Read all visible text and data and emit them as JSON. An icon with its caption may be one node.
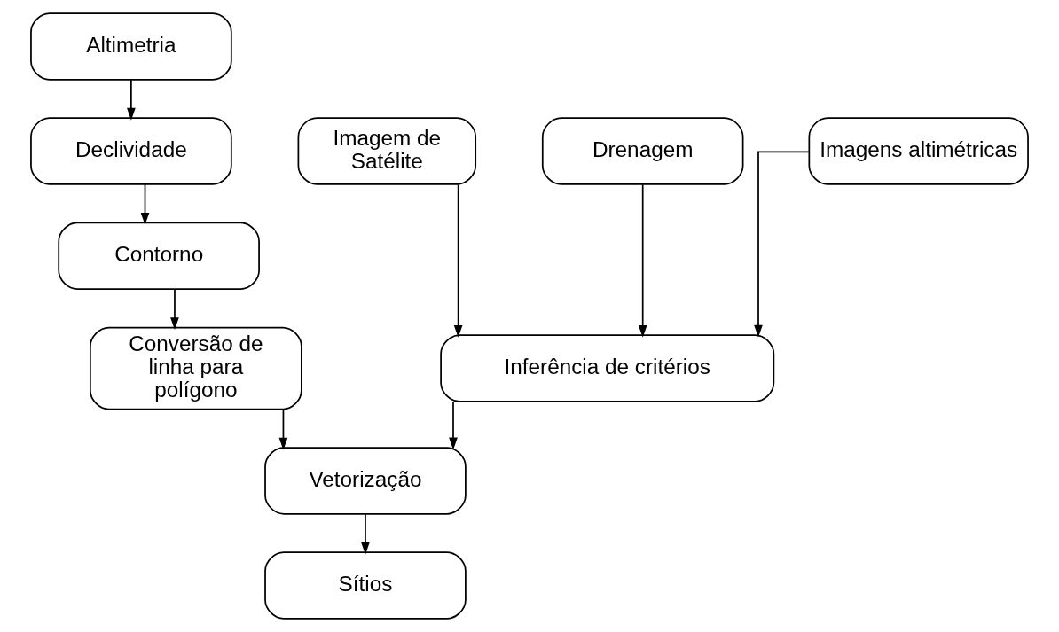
{
  "diagram": {
    "nodes": [
      {
        "text": [
          "Altimetria"
        ]
      },
      {
        "text": [
          "Declividade"
        ]
      },
      {
        "text": [
          "Contorno"
        ]
      },
      {
        "text": [
          "Conversão de linha para polígono"
        ]
      },
      {
        "text": [
          "Imagem de Satélite"
        ]
      },
      {
        "text": [
          "Drenagem"
        ]
      },
      {
        "text": [
          "Imagens altimétricas"
        ]
      },
      {
        "text": [
          "Inferência de critérios"
        ]
      },
      {
        "text": [
          "Vetorização"
        ]
      },
      {
        "text": [
          "Sítios"
        ]
      }
    ],
    "edges": [
      {
        "from": 0,
        "to": 1,
        "arrow": "to"
      },
      {
        "from": 1,
        "to": 2,
        "arrow": "to"
      },
      {
        "from": 2,
        "to": 3,
        "arrow": "to"
      },
      {
        "from": 4,
        "to": 7,
        "arrow": "to"
      },
      {
        "from": 5,
        "to": 7,
        "arrow": "to"
      },
      {
        "from": 6,
        "to": 7,
        "arrow": "to"
      },
      {
        "from": 3,
        "to": 8,
        "arrow": "to"
      },
      {
        "from": 7,
        "to": 8,
        "arrow": "to"
      },
      {
        "from": 8,
        "to": 9,
        "arrow": "to"
      }
    ]
  }
}
